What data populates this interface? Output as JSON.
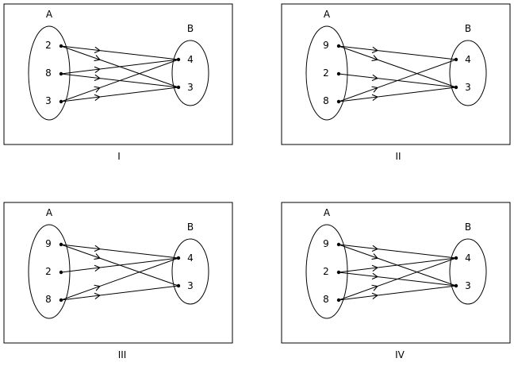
{
  "colors": {
    "ink": "#000000",
    "background": "#ffffff"
  },
  "panels": [
    {
      "caption": "I",
      "set_a_label": "A",
      "set_b_label": "B",
      "a_elements": [
        "2",
        "8",
        "3"
      ],
      "b_elements": [
        "4",
        "3"
      ],
      "mappings": [
        {
          "from": "2",
          "to": "4"
        },
        {
          "from": "2",
          "to": "3"
        },
        {
          "from": "8",
          "to": "4"
        },
        {
          "from": "8",
          "to": "3"
        },
        {
          "from": "3",
          "to": "4"
        },
        {
          "from": "3",
          "to": "3"
        }
      ]
    },
    {
      "caption": "II",
      "set_a_label": "A",
      "set_b_label": "B",
      "a_elements": [
        "9",
        "2",
        "8"
      ],
      "b_elements": [
        "4",
        "3"
      ],
      "mappings": [
        {
          "from": "9",
          "to": "4"
        },
        {
          "from": "9",
          "to": "3"
        },
        {
          "from": "2",
          "to": "3"
        },
        {
          "from": "8",
          "to": "4"
        },
        {
          "from": "8",
          "to": "3"
        }
      ]
    },
    {
      "caption": "III",
      "set_a_label": "A",
      "set_b_label": "B",
      "a_elements": [
        "9",
        "2",
        "8"
      ],
      "b_elements": [
        "4",
        "3"
      ],
      "mappings": [
        {
          "from": "9",
          "to": "4"
        },
        {
          "from": "9",
          "to": "3"
        },
        {
          "from": "2",
          "to": "4"
        },
        {
          "from": "8",
          "to": "4"
        },
        {
          "from": "8",
          "to": "3"
        }
      ]
    },
    {
      "caption": "IV",
      "set_a_label": "A",
      "set_b_label": "B",
      "a_elements": [
        "9",
        "2",
        "8"
      ],
      "b_elements": [
        "4",
        "3"
      ],
      "mappings": [
        {
          "from": "9",
          "to": "4"
        },
        {
          "from": "9",
          "to": "3"
        },
        {
          "from": "2",
          "to": "4"
        },
        {
          "from": "2",
          "to": "3"
        },
        {
          "from": "8",
          "to": "4"
        },
        {
          "from": "8",
          "to": "3"
        }
      ]
    }
  ]
}
